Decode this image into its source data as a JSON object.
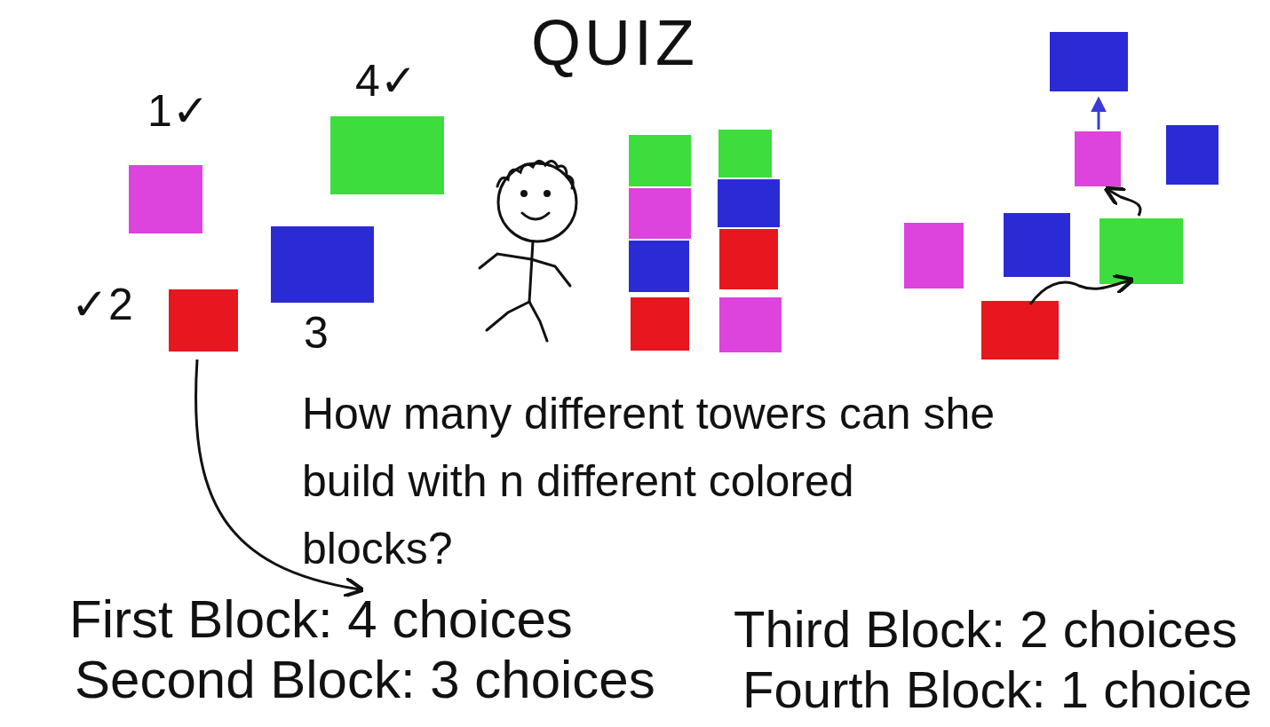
{
  "diagram": {
    "title": "QUIZ",
    "labels": [
      "4✓",
      "1✓",
      "✓2",
      "3",
      "How many different towers can she build with n different colored blocks?",
      "First Block: 4 choices",
      "Second Block: 3 choices",
      "Third Block: 2 choices",
      "Fourth Block: 1 choice"
    ]
  }
}
